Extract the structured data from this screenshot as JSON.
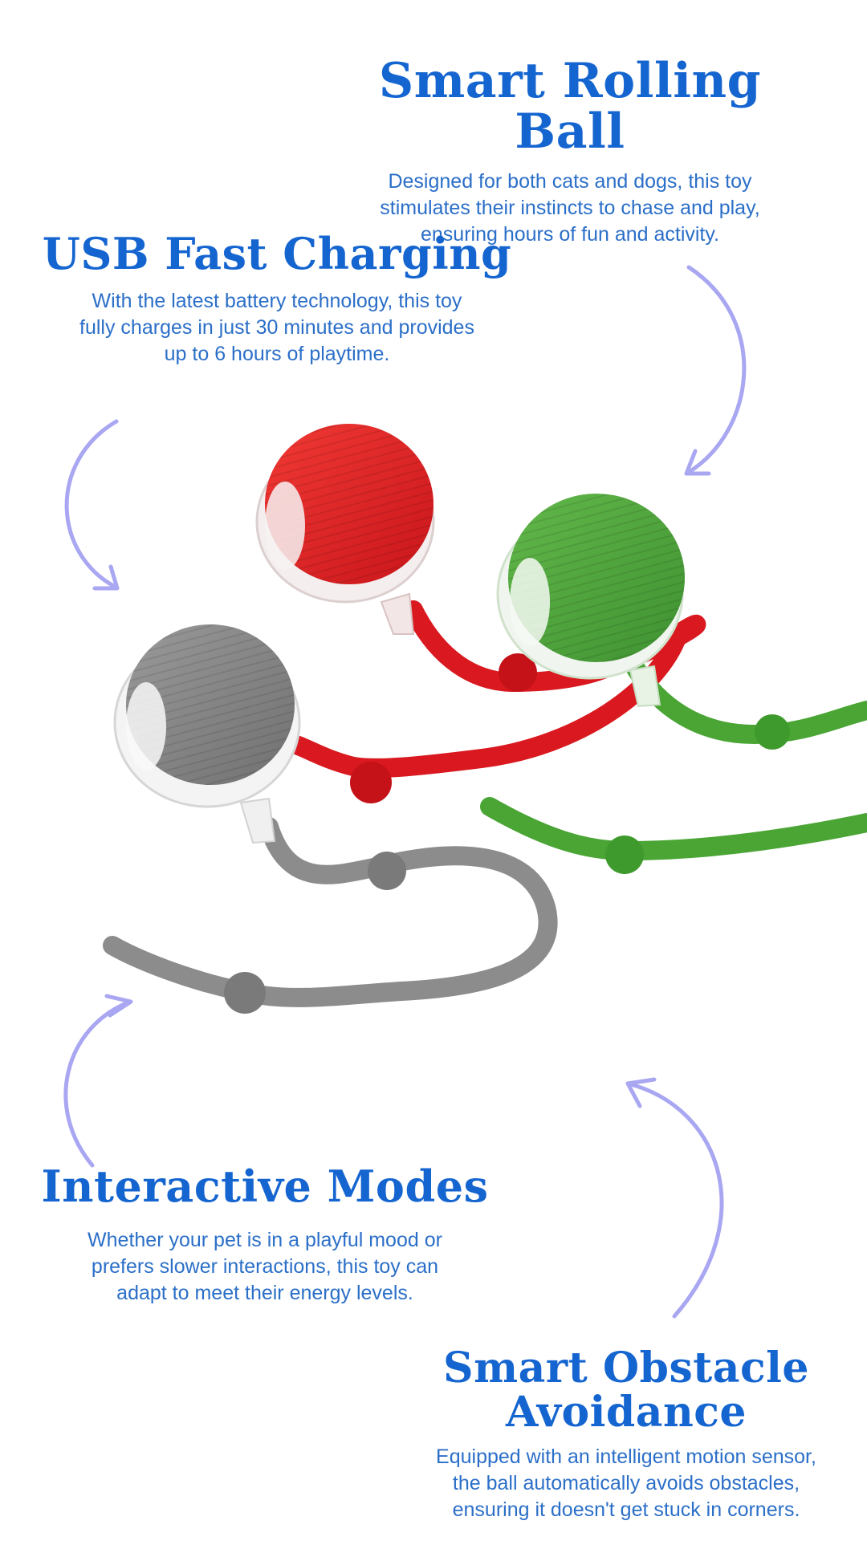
{
  "features": [
    {
      "title": "Smart Rolling Ball",
      "lines": [
        "Designed for both cats and dogs, this toy",
        "stimulates their instincts to chase and play,",
        "ensuring hours of fun and activity."
      ]
    },
    {
      "title": "USB Fast Charging",
      "lines": [
        "With the latest battery technology, this toy",
        "fully charges in just 30 minutes and provides",
        "up to 6 hours of playtime."
      ]
    },
    {
      "title": "Interactive Modes",
      "lines": [
        "Whether your pet is in a playful mood or",
        "prefers slower interactions, this toy can",
        "adapt to meet their energy levels."
      ]
    },
    {
      "title_lines": [
        "Smart Obstacle",
        "Avoidance"
      ],
      "lines": [
        "Equipped with an intelligent motion sensor,",
        "the ball automatically avoids obstacles,",
        "ensuring it doesn't get stuck in corners."
      ]
    }
  ],
  "colors": {
    "heading": "#1565d0",
    "body_text": "#2b6fc8",
    "arrow": "#a9a6f2",
    "ball_red": "#e0181e",
    "ball_green": "#4fa83a",
    "ball_gray": "#8a8a8a"
  },
  "product": {
    "balls": [
      "red-ball",
      "green-ball",
      "gray-ball"
    ],
    "icon": "rolling-ball-toy-photo"
  }
}
